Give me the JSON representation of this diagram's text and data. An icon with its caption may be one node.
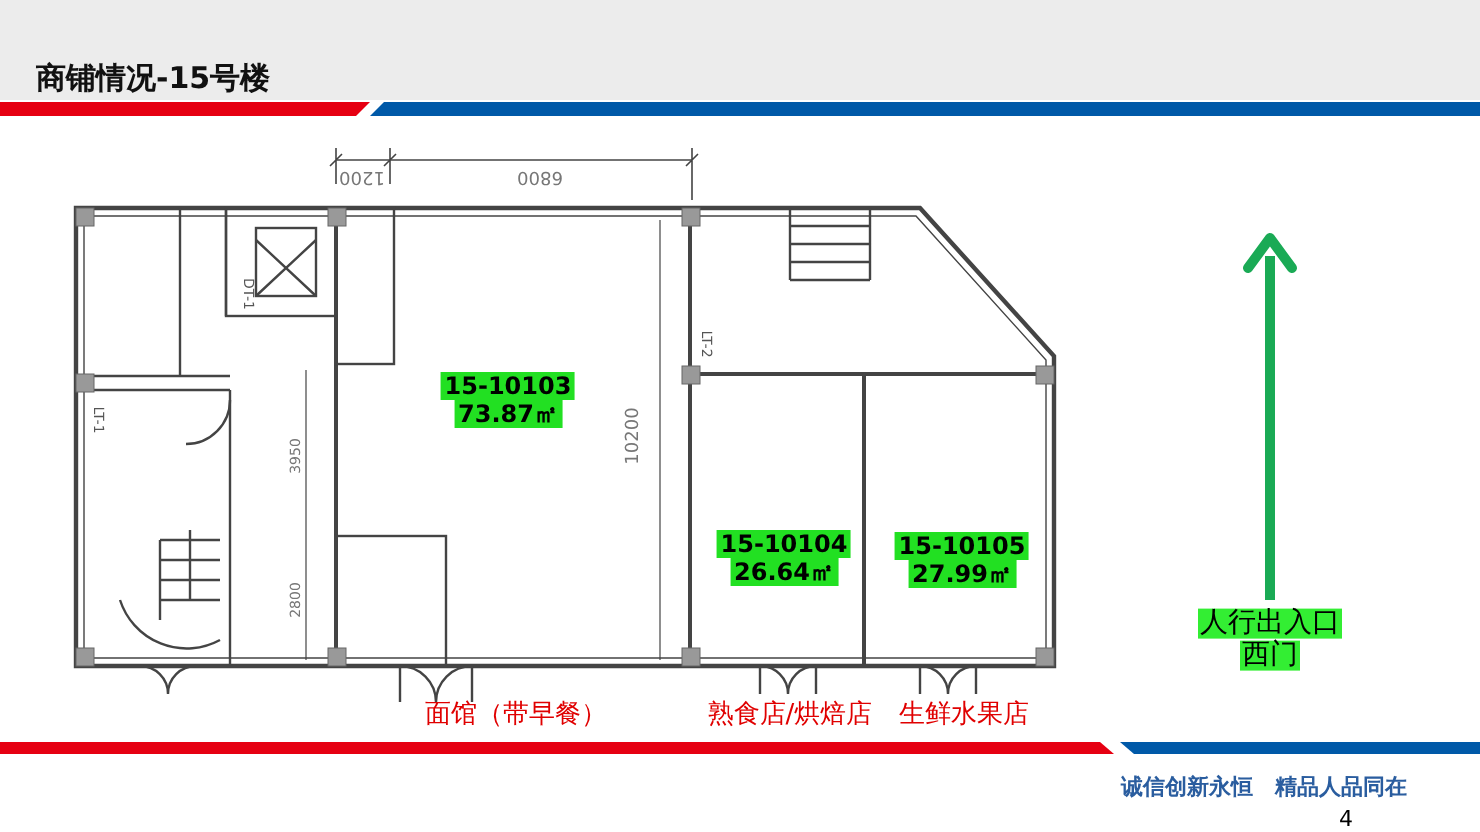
{
  "diagram": {
    "title": "商铺情况-15号楼",
    "nodes": [
      {
        "text": [
          "15-10103",
          "73.87㎡"
        ]
      },
      {
        "text": [
          "15-10104",
          "26.64㎡"
        ]
      },
      {
        "text": [
          "15-10105",
          "27.99㎡"
        ]
      }
    ],
    "labels": [
      "1200",
      "6800",
      "10200",
      "3950",
      "2800",
      "LT-1",
      "DT-1",
      "LT-2",
      "面馆（带早餐）",
      "熟食店/烘焙店",
      "生鲜水果店",
      "人行出入口",
      "西门",
      "诚信创新永恒　精品人品同在",
      "4"
    ]
  }
}
